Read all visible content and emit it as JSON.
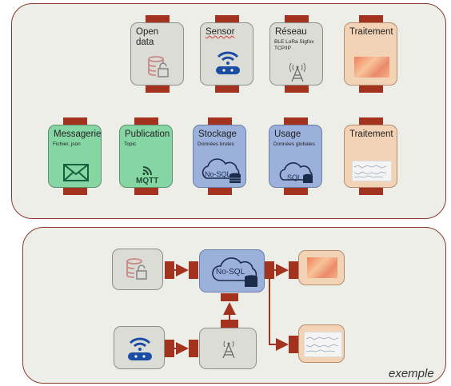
{
  "cards": {
    "open_data": {
      "title": "Open\ndata"
    },
    "sensor": {
      "title": "Sensor"
    },
    "reseau": {
      "title": "Réseau",
      "sub": "BLE LoRa Sigfox\nTCP/IP"
    },
    "traitement1": {
      "title": "Traitement"
    },
    "messagerie": {
      "title": "Messagerie",
      "sub": "Fichier, json"
    },
    "publication": {
      "title": "Publication",
      "sub": "Topic",
      "icon_text": "MQTT"
    },
    "stockage": {
      "title": "Stockage",
      "sub": "Données brutes",
      "icon_text": "No-SQL"
    },
    "usage": {
      "title": "Usage",
      "sub": "Données globales",
      "icon_text": "SQL"
    },
    "traitement2": {
      "title": "Traitement"
    }
  },
  "example": {
    "label": "exemple",
    "nosql_text": "No-SQL"
  },
  "icons": [
    "database-lock-icon",
    "wifi-router-icon",
    "antenna-tower-icon",
    "envelope-icon",
    "mqtt-signal-icon",
    "cloud-database-icon"
  ],
  "colors": {
    "accent": "#a3331f",
    "green": "#86d6a4",
    "blue": "#9bb1dc",
    "orange": "#f2d3b6",
    "gray": "#dcdcd6"
  }
}
